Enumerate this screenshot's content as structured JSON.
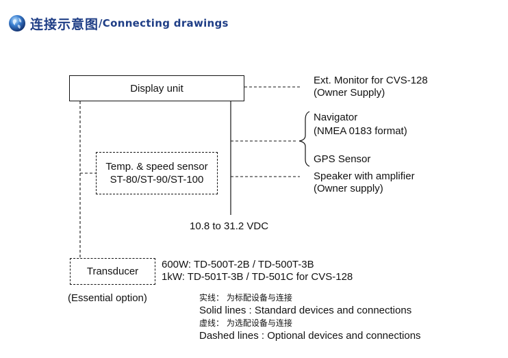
{
  "header": {
    "title_cn": "连接示意图",
    "title_sep": "/",
    "title_en": "Connecting drawings",
    "icon": "globe-icon",
    "title_color": "#1f3e86"
  },
  "nodes": {
    "display_unit": "Display unit",
    "temp_sensor": [
      "Temp. & speed sensor",
      "ST-80/ST-90/ST-100"
    ],
    "transducer": "Transducer",
    "essential_option": "(Essential option)",
    "ext_monitor": [
      "Ext. Monitor for CVS-128",
      "(Owner Supply)"
    ],
    "navigator": [
      "Navigator",
      "(NMEA 0183 format)"
    ],
    "gps": "GPS Sensor",
    "speaker": [
      "Speaker with amplifier",
      "(Owner supply)"
    ],
    "power": "10.8 to 31.2 VDC",
    "transducer_models": [
      "600W: TD-500T-2B / TD-500T-3B",
      "1kW: TD-501T-3B / TD-501C for CVS-128"
    ]
  },
  "legend": {
    "solid_cn": "实线： 为标配设备与连接",
    "solid_en": "Solid lines : Standard devices and connections",
    "dashed_cn": "虚线： 为选配设备与连接",
    "dashed_en": "Dashed lines : Optional devices and connections"
  }
}
